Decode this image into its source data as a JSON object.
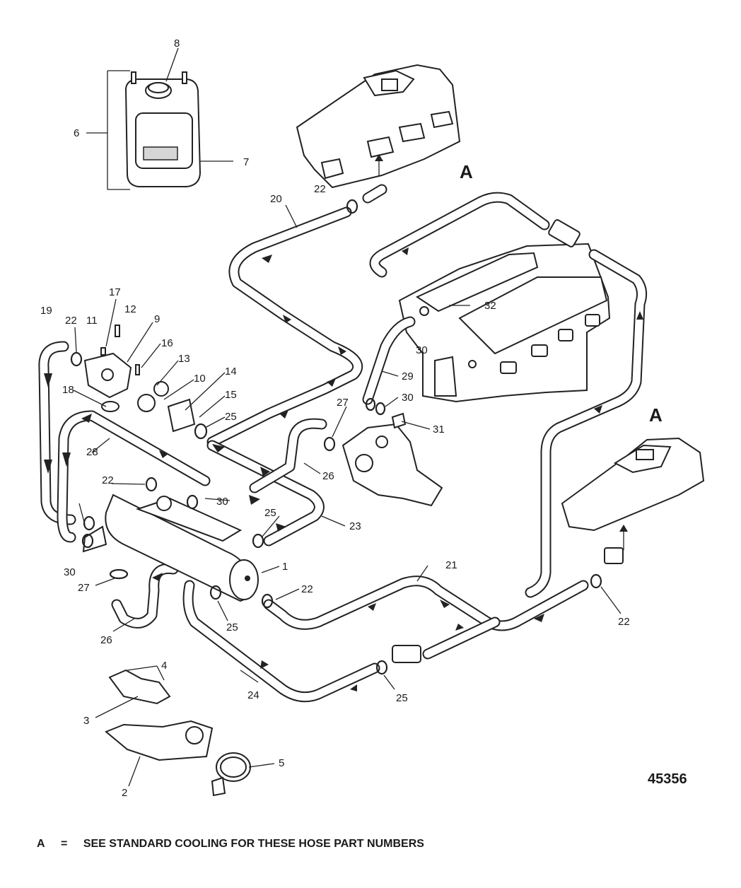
{
  "figure_number": "45356",
  "footnote": {
    "key": "A",
    "symbol": "=",
    "text": "SEE STANDARD COOLING FOR THESE HOSE PART NUMBERS"
  },
  "section_marker": "A",
  "callouts": [
    "1",
    "2",
    "3",
    "4",
    "5",
    "6",
    "7",
    "8",
    "9",
    "10",
    "11",
    "12",
    "13",
    "14",
    "15",
    "16",
    "17",
    "18",
    "19",
    "20",
    "21",
    "22",
    "23",
    "24",
    "25",
    "26",
    "27",
    "28",
    "29",
    "30",
    "31",
    "32"
  ]
}
